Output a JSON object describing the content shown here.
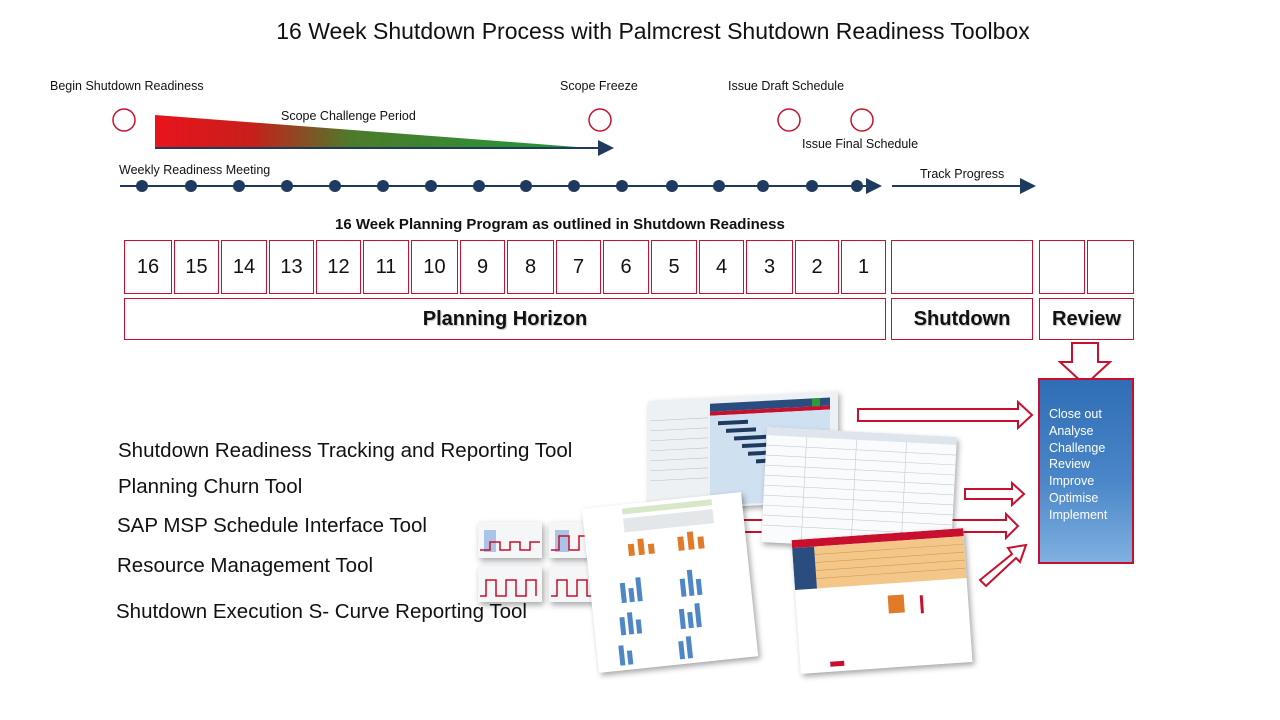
{
  "title": "16 Week Shutdown Process with Palmcrest Shutdown Readiness Toolbox",
  "milestones": {
    "begin": "Begin Shutdown Readiness",
    "scope_challenge": "Scope Challenge Period",
    "scope_freeze": "Scope Freeze",
    "issue_draft": "Issue Draft Schedule",
    "issue_final": "Issue Final Schedule",
    "weekly_meeting": "Weekly Readiness Meeting",
    "track_progress": "Track Progress"
  },
  "plan_title": "16 Week Planning Program as outlined in Shutdown Readiness",
  "weeks": [
    "16",
    "15",
    "14",
    "13",
    "12",
    "11",
    "10",
    "9",
    "8",
    "7",
    "6",
    "5",
    "4",
    "3",
    "2",
    "1"
  ],
  "bands": {
    "planning": "Planning Horizon",
    "shutdown": "Shutdown",
    "review": "Review"
  },
  "tools": [
    "Shutdown Readiness Tracking and Reporting Tool",
    "Planning Churn Tool",
    "SAP MSP Schedule Interface Tool",
    "Resource Management Tool",
    "Shutdown Execution S- Curve Reporting Tool"
  ],
  "review_items": [
    "Close out",
    "Analyse",
    "Challenge",
    "Review",
    "Improve",
    "Optimise",
    "Implement"
  ],
  "colors": {
    "accent_red": "#c8102e",
    "navy": "#1f3a5f",
    "review_blue": "#3a78c0",
    "bar_orange": "#e07b2a",
    "bar_blue": "#4f86c6"
  }
}
